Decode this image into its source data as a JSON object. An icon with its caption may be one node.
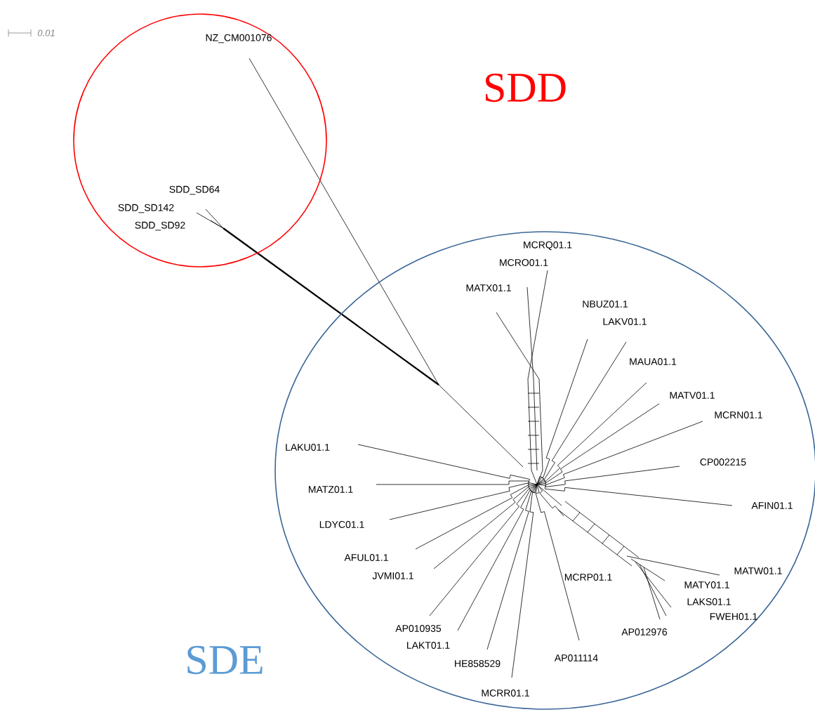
{
  "diagram": {
    "labels": [
      "SDD",
      "SDE",
      "0.01",
      "NZ_CM001076",
      "SDD_SD64",
      "SDD_SD142",
      "SDD_SD92",
      "MCRQ01.1",
      "MCRO01.1",
      "MATX01.1",
      "NBUZ01.1",
      "LAKV01.1",
      "MAUA01.1",
      "MATV01.1",
      "MCRN01.1",
      "LAKU01.1",
      "CP002215",
      "MATZ01.1",
      "AFIN01.1",
      "LDYC01.1",
      "AFUL01.1",
      "JVMI01.1",
      "MCRP01.1",
      "MATW01.1",
      "MATY01.1",
      "LAKS01.1",
      "FWEH01.1",
      "AP012976",
      "AP010935",
      "LAKT01.1",
      "HE858529",
      "AP011114",
      "MCRR01.1"
    ]
  }
}
